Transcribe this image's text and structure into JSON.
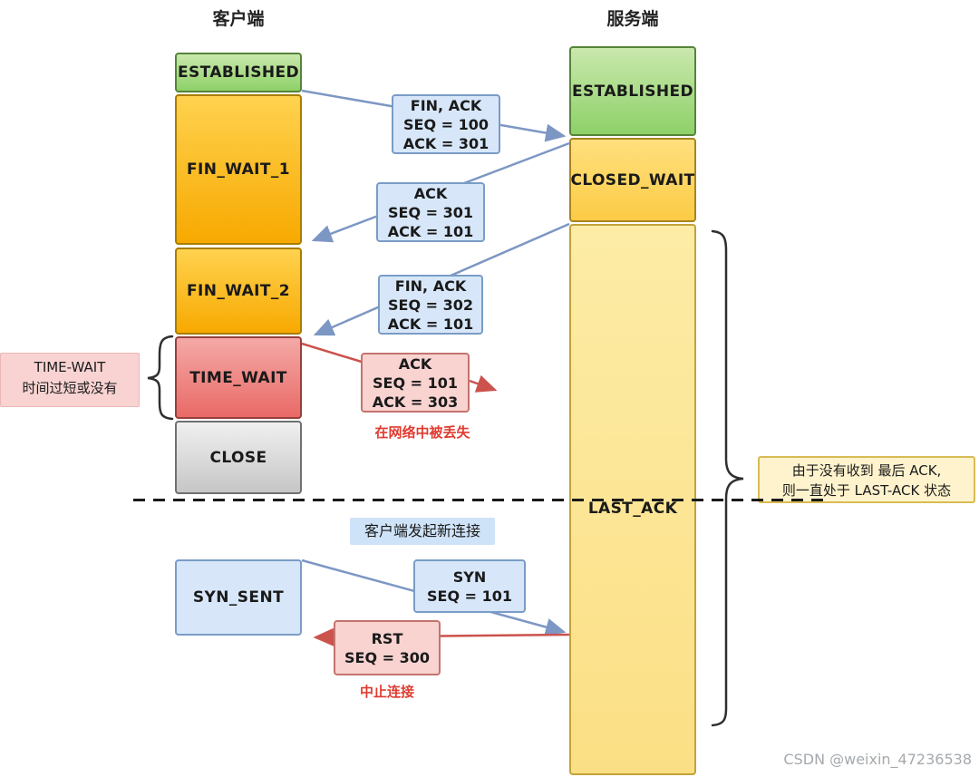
{
  "titles": {
    "client": "客户端",
    "server": "服务端"
  },
  "client_states": {
    "established": "ESTABLISHED",
    "fin_wait_1": "FIN_WAIT_1",
    "fin_wait_2": "FIN_WAIT_2",
    "time_wait": "TIME_WAIT",
    "close": "CLOSE",
    "syn_sent": "SYN_SENT"
  },
  "server_states": {
    "established": "ESTABLISHED",
    "closed_wait": "CLOSED_WAIT",
    "last_ack": "LAST_ACK"
  },
  "messages": {
    "fin_ack_1": {
      "l1": "FIN, ACK",
      "l2": "SEQ = 100",
      "l3": "ACK = 301"
    },
    "ack_1": {
      "l1": "ACK",
      "l2": "SEQ = 301",
      "l3": "ACK = 101"
    },
    "fin_ack_2": {
      "l1": "FIN, ACK",
      "l2": "SEQ = 302",
      "l3": "ACK = 101"
    },
    "ack_lost": {
      "l1": "ACK",
      "l2": "SEQ = 101",
      "l3": "ACK = 303"
    },
    "syn": {
      "l1": "SYN",
      "l2": "SEQ = 101"
    },
    "rst": {
      "l1": "RST",
      "l2": "SEQ = 300"
    }
  },
  "notes": {
    "time_wait_l1": "TIME-WAIT",
    "time_wait_l2": "时间过短或没有",
    "lost": "在网络中被丢失",
    "new_connection": "客户端发起新连接",
    "abort": "中止连接",
    "last_ack_l1": "由于没有收到 最后 ACK,",
    "last_ack_l2": "则一直处于 LAST-ACK 状态"
  },
  "watermark": "CSDN @weixin_47236538",
  "colors": {
    "arrow_blue": "#7d97c4",
    "arrow_red": "#cb524d",
    "red_text": "#e03c31",
    "client_green": "#8ed168",
    "client_orange": "#f7a900",
    "time_wait_red": "#e96a67",
    "close_gray": "#c6c6c6",
    "closed_wait_yellow": "#fccb45",
    "last_ack_yellow": "#fbdf85",
    "msg_blue_bg": "#d7e7f9",
    "msg_red_bg": "#f8d3d0"
  }
}
